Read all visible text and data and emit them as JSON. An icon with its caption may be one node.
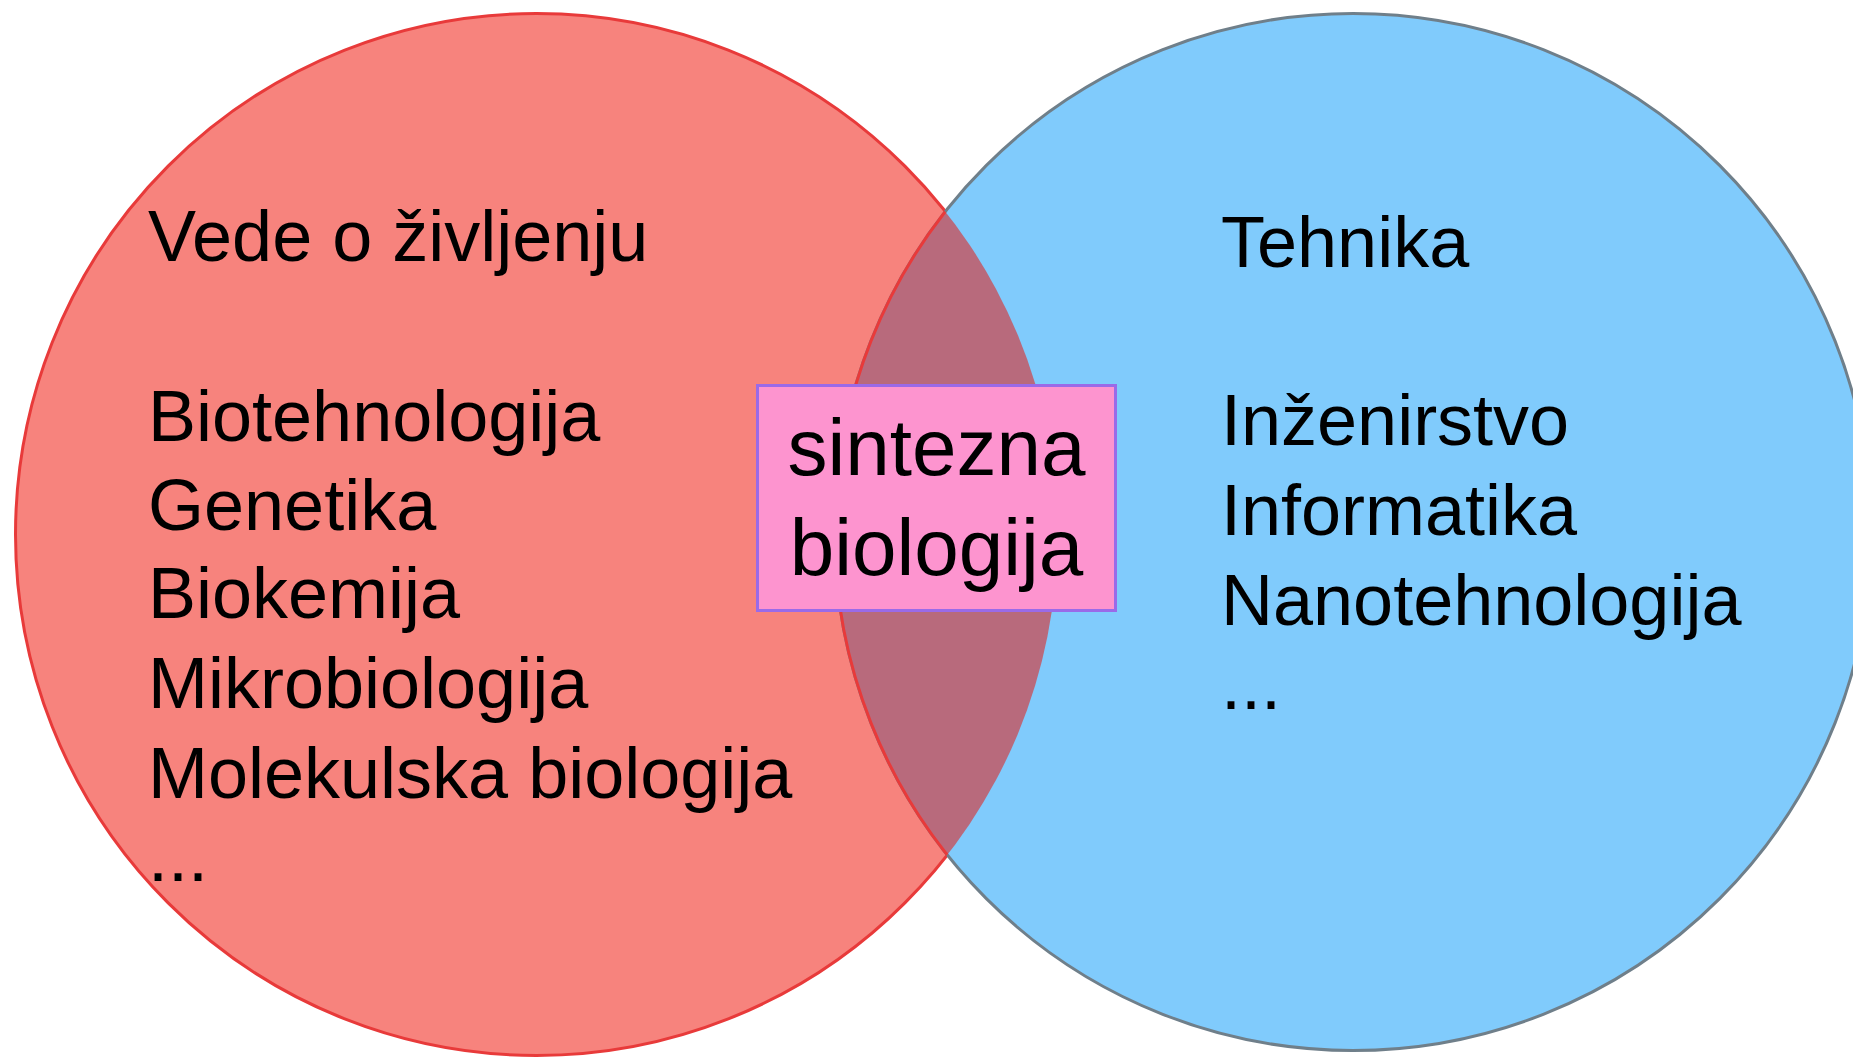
{
  "diagram": {
    "nodes": [
      {
        "text": [
          "Vede o življenju",
          "Biotehnologija",
          "Genetika",
          "Biokemija",
          "Mikrobiologija",
          "Molekulska biologija",
          "..."
        ]
      },
      {
        "text": [
          "Tehnika",
          "Inženirstvo",
          "Informatika",
          "Nanotehnologija",
          "..."
        ]
      },
      {
        "text": [
          "sintezna biologija"
        ]
      }
    ]
  }
}
